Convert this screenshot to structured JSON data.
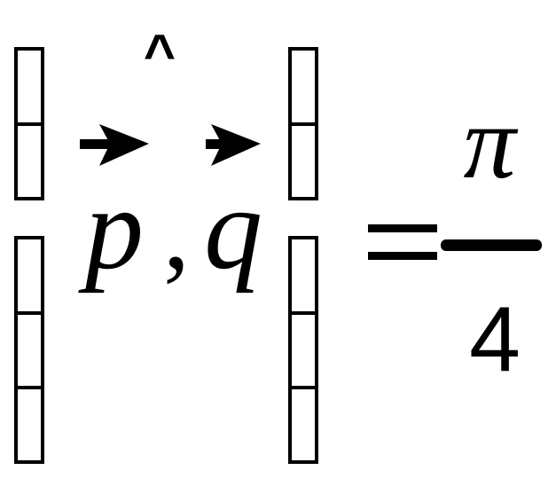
{
  "formula": {
    "hat": "^",
    "var_p": "p",
    "comma": ",",
    "var_q": "q",
    "equals": "=",
    "numerator": "π",
    "denominator": "4"
  },
  "colors": {
    "ink": "#000000",
    "background": "#ffffff"
  }
}
